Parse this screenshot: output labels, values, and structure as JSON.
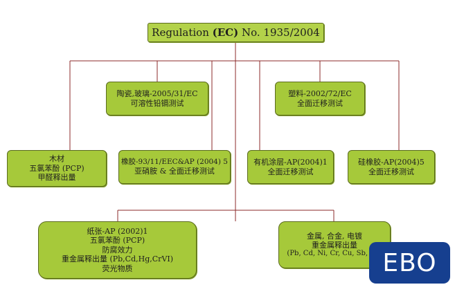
{
  "root": {
    "prefix": "Regulation ",
    "bold": "(EC)",
    "suffix": " No. 1935/2004"
  },
  "nodes": {
    "ceramics": {
      "lines": [
        "陶瓷,玻璃-2005/31/EC",
        "可溶性铅镉测试"
      ]
    },
    "plastics": {
      "lines": [
        "塑料-2002/72/EC",
        "全面迁移测试"
      ]
    },
    "wood": {
      "lines": [
        "木材",
        "五氯苯酚 (PCP)",
        "甲醛释出量"
      ]
    },
    "rubber": {
      "lines": [
        "橡胶-93/11/EEC&AP (2004) 5",
        "亚硝胺 & 全面迁移测试"
      ]
    },
    "organic_coating": {
      "lines": [
        "有机涂层-AP(2004)1",
        "全面迁移测试"
      ]
    },
    "silicone": {
      "lines": [
        "硅橡胶-AP(2004)5",
        "全面迁移测试"
      ]
    },
    "paper": {
      "lines": [
        "纸张-AP (2002)1",
        "五氯苯酚 (PCP)",
        "防腐效力",
        "重金属释出量 (Pb,Cd,Hg,CrVI)",
        "荧光物质"
      ]
    },
    "metal": {
      "lines": [
        "金属, 合金, 电镀",
        "重金属释出量",
        "(Pb, Cd, Ni, Cr, Cu, Sb, Zn)"
      ]
    }
  },
  "logo": {
    "text": "EBO"
  },
  "colors": {
    "box_fill": "#a6c93a",
    "box_border": "#5a6a1e",
    "connector": "#8b2a2a",
    "logo_bg": "#163f8f"
  }
}
